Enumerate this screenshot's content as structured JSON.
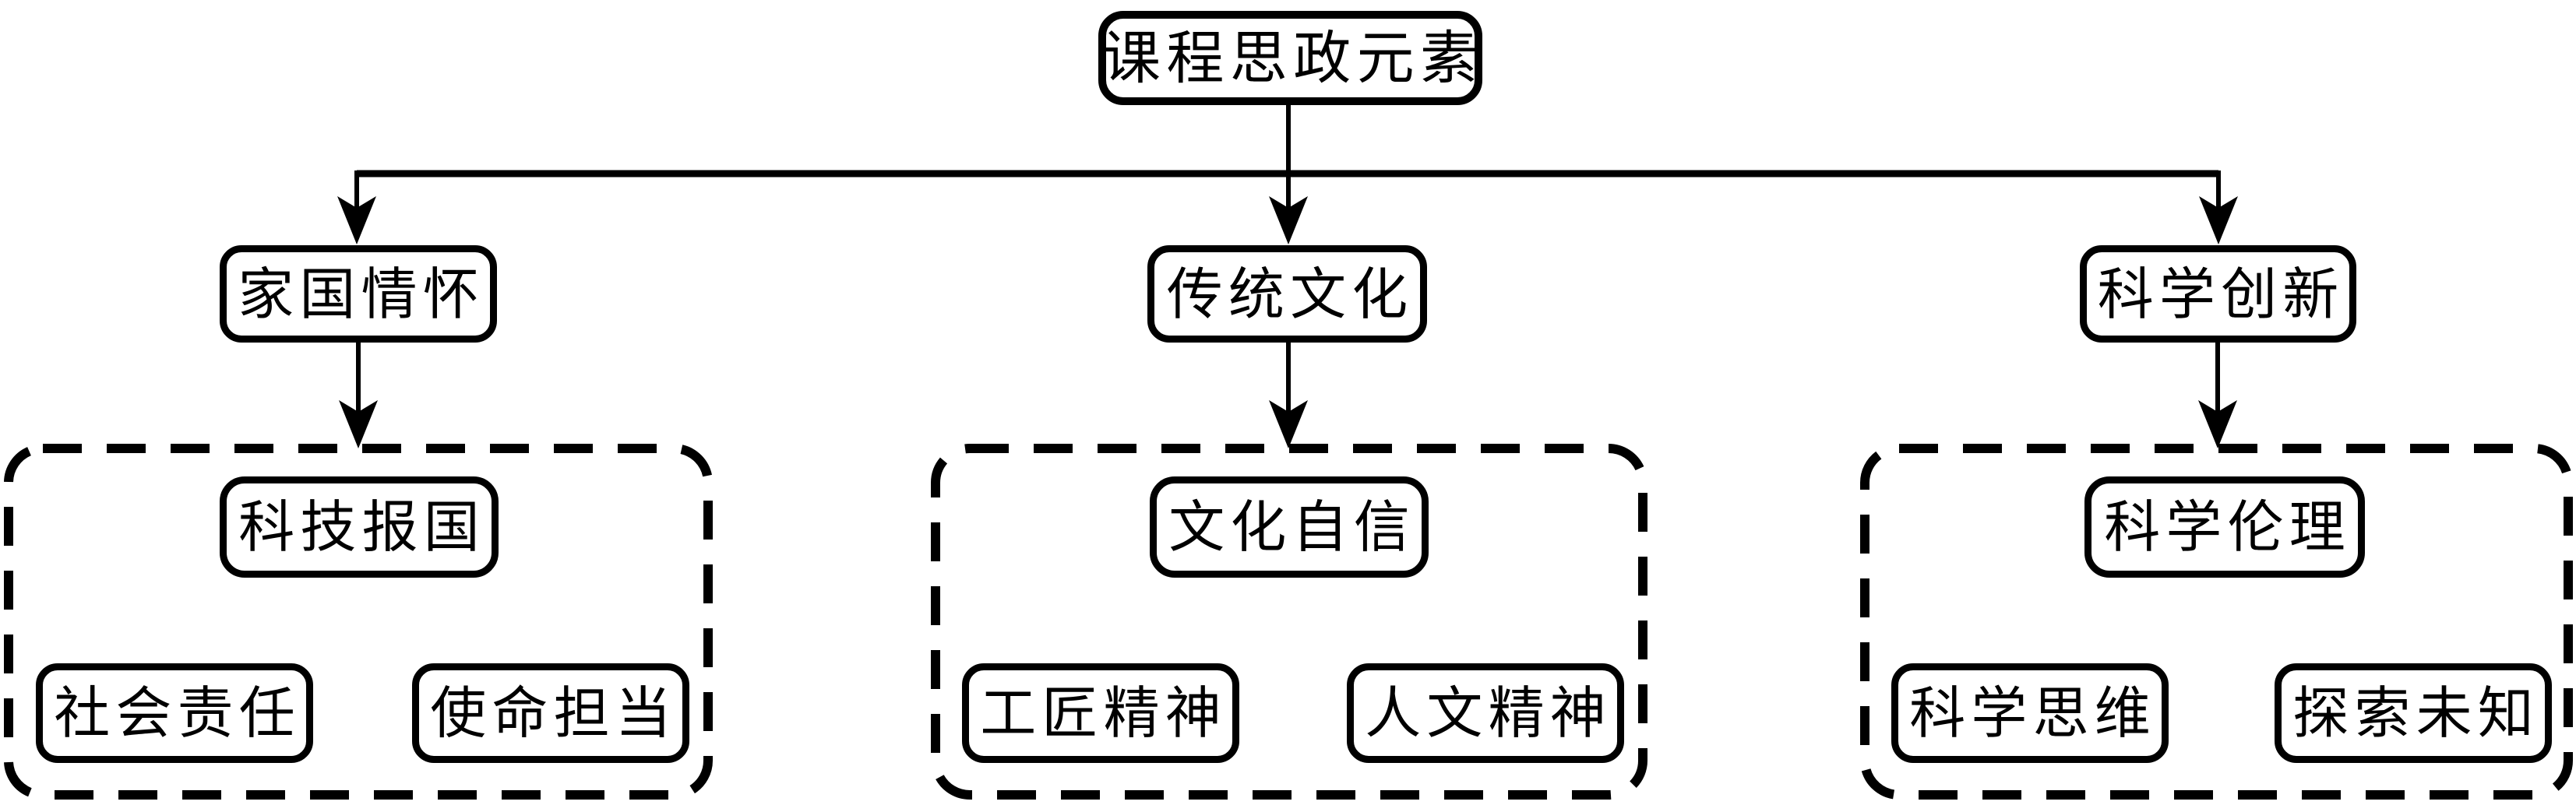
{
  "colors": {
    "line": "#000000",
    "background": "#ffffff",
    "text": "#000000"
  },
  "diagram": {
    "root": {
      "label": "课程思政元素"
    },
    "branches": [
      {
        "label": "家国情怀",
        "group": {
          "head": "科技报国",
          "leaves": [
            "社会责任",
            "使命担当"
          ]
        }
      },
      {
        "label": "传统文化",
        "group": {
          "head": "文化自信",
          "leaves": [
            "工匠精神",
            "人文精神"
          ]
        }
      },
      {
        "label": "科学创新",
        "group": {
          "head": "科学伦理",
          "leaves": [
            "科学思维",
            "探索未知"
          ]
        }
      }
    ]
  }
}
